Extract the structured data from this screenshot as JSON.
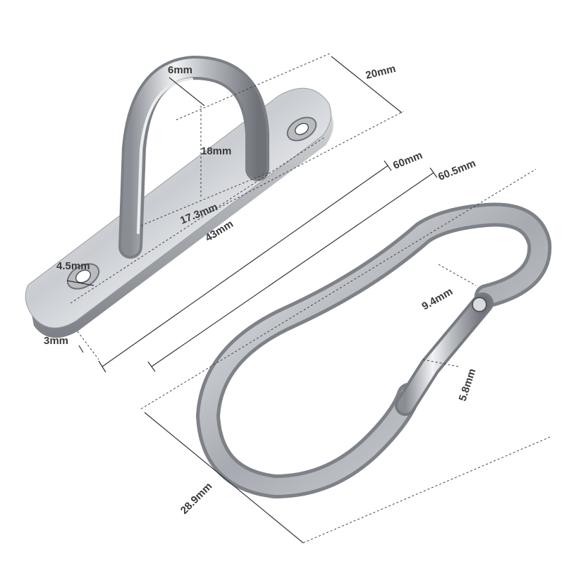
{
  "dimensions": {
    "loop_wire": "6mm",
    "loop_height": "18mm",
    "hole": "4.5mm",
    "loop_base": "17.3mm",
    "plate_length": "43mm",
    "plate_height": "20mm",
    "plate_thickness": "3mm",
    "length_a": "60mm",
    "length_b": "60.5mm",
    "gate_gap": "9.4mm",
    "gate_wire": "5.8mm",
    "hook_width": "28.9mm"
  }
}
